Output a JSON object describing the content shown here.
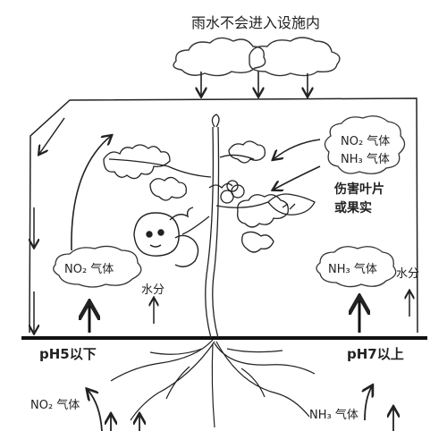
{
  "title": "雨水不会进入设施内",
  "gas_top_right": {
    "line1": "NO₂ 气体",
    "line2": "NH₃ 气体"
  },
  "damage_label": {
    "line1": "伤害叶片",
    "line2": "或果实"
  },
  "left_cloud_gas": "NO₂ 气体",
  "right_cloud_gas": "NH₃ 气体",
  "water_left": "水分",
  "water_right": "水分",
  "soil_left_ph": "pH5以下",
  "soil_right_ph": "pH7以上",
  "soil_left_gas": "NO₂ 气体",
  "soil_right_gas": "NH₃ 气体"
}
